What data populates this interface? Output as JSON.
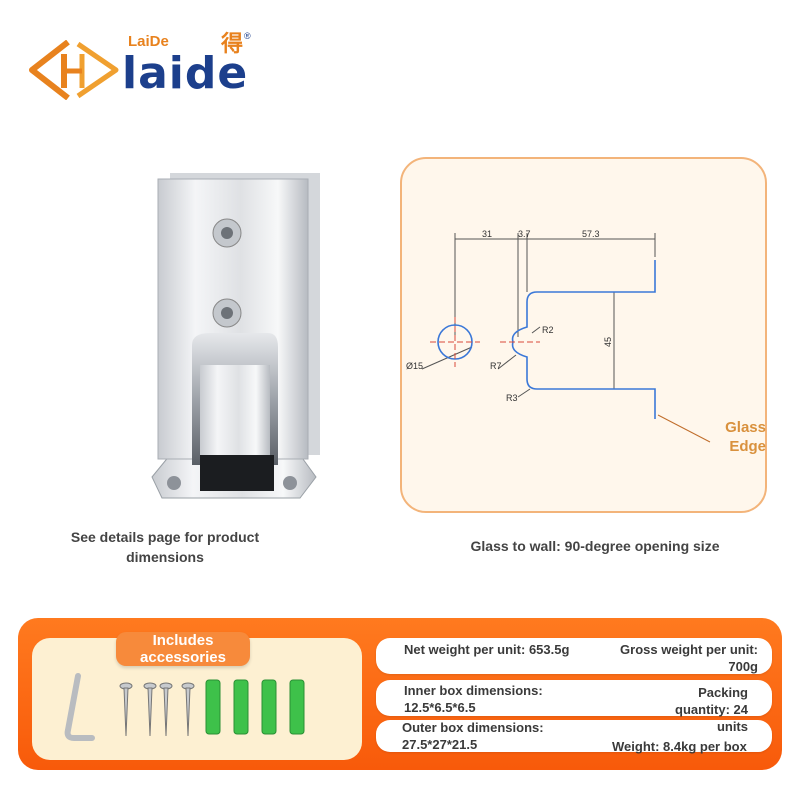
{
  "logo": {
    "small_text": "LaiDe",
    "word": "laide",
    "chinese": "得",
    "registered": "®",
    "colors": {
      "orange": "#e8821e",
      "blue": "#1c3f8c"
    }
  },
  "product_photo": {
    "caption": "See details page for product dimensions",
    "icon": "glass-hinge-photo"
  },
  "drawing": {
    "caption": "Glass to wall: 90-degree opening size",
    "dimensions": {
      "d1": "31",
      "d2": "3.7",
      "d3": "57.3",
      "height": "45",
      "hole": "Ø15",
      "r2": "R2",
      "r7": "R7",
      "r3": "R3"
    },
    "glass_edge_label": "Glass Edge"
  },
  "accessories": {
    "title": "Includes accessories",
    "items": [
      "hex-key",
      "screw",
      "screw",
      "screw",
      "screw",
      "wall-plug",
      "wall-plug",
      "wall-plug",
      "wall-plug"
    ]
  },
  "specs": {
    "net_weight": "Net weight per unit: 653.5g",
    "gross_weight": "Gross weight per unit: 700g",
    "inner_box": "Inner box dimensions: 12.5*6.5*6.5",
    "packing_qty": "Packing quantity: 24 units",
    "outer_box": "Outer box dimensions: 27.5*27*21.5",
    "carton_weight": "Weight: 8.4kg per box"
  },
  "colors": {
    "accent_orange": "#f8650f",
    "panel_border": "#f3b47a",
    "drawing_blue": "#3b78d8"
  }
}
